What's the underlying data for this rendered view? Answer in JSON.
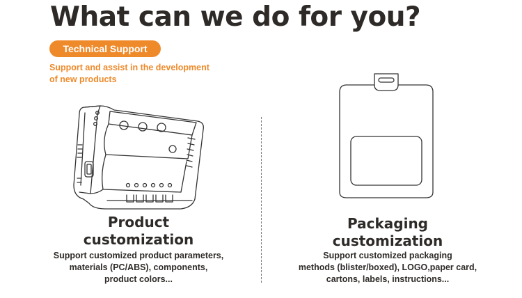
{
  "headline": "What can we do for you?",
  "badge": "Technical Support",
  "intro": [
    "Support and assist in the development",
    "of new products"
  ],
  "left": {
    "title": [
      "Product",
      "customization"
    ],
    "desc": [
      "Support customized product parameters,",
      "materials (PC/ABS), components,",
      "product colors..."
    ]
  },
  "right": {
    "title": [
      "Packaging",
      "customization"
    ],
    "desc": [
      "Support customized packaging",
      "methods (blister/boxed), LOGO,paper card,",
      "cartons, labels, instructions..."
    ]
  },
  "colors": {
    "accent": "#ee8a2a",
    "text": "#2e2a28"
  },
  "icons": [
    "device-illustration",
    "blister-package-illustration"
  ]
}
